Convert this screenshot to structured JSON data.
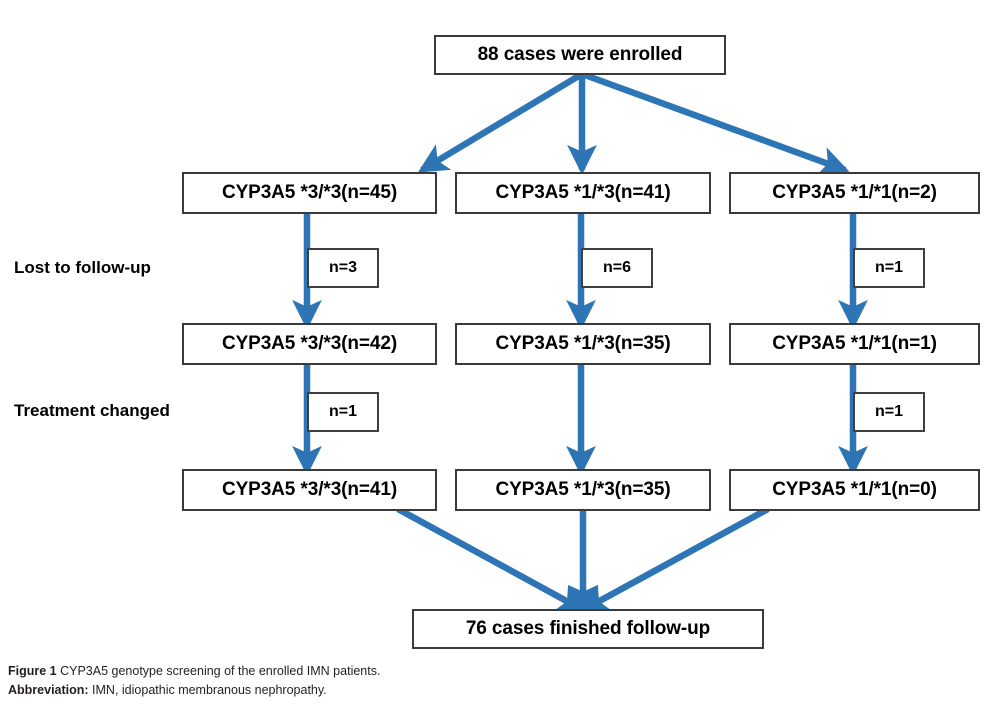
{
  "figure": {
    "accent_color": "#2E75B6",
    "box_border_color": "#3A3A3A",
    "text_color": "#000000",
    "caption_label": "Figure 1",
    "caption_text": "CYP3A5 genotype screening of the enrolled IMN patients.",
    "abbreviation_label": "Abbreviation:",
    "abbreviation_text": "IMN, idiopathic membranous nephropathy."
  },
  "flow": {
    "top_node": "88 cases were enrolled",
    "bottom_node": "76 cases finished follow-up",
    "row_labels": {
      "lost": "Lost to follow-up",
      "treatment": "Treatment changed"
    },
    "columns": [
      {
        "id": "col-3-3",
        "enrolled": "CYP3A5 *3/*3(n=45)",
        "lost_tag": "n=3",
        "after_lost": "CYP3A5 *3/*3(n=42)",
        "treatment_tag": "n=1",
        "after_treatment": "CYP3A5 *3/*3(n=41)"
      },
      {
        "id": "col-1-3",
        "enrolled": "CYP3A5 *1/*3(n=41)",
        "lost_tag": "n=6",
        "after_lost": "CYP3A5 *1/*3(n=35)",
        "treatment_tag": null,
        "after_treatment": "CYP3A5 *1/*3(n=35)"
      },
      {
        "id": "col-1-1",
        "enrolled": "CYP3A5 *1/*1(n=2)",
        "lost_tag": "n=1",
        "after_lost": "CYP3A5 *1/*1(n=1)",
        "treatment_tag": "n=1",
        "after_treatment": "CYP3A5 *1/*1(n=0)"
      }
    ]
  },
  "chart_data": {
    "type": "diagram",
    "title": "CYP3A5 genotype screening of the enrolled IMN patients",
    "subtype": "patient-flow-consort",
    "total_enrolled": 88,
    "total_completed": 76,
    "groups": [
      {
        "genotype": "CYP3A5 *3/*3",
        "enrolled": 45,
        "lost_to_follow_up": 3,
        "after_follow_up": 42,
        "treatment_changed": 1,
        "final": 41
      },
      {
        "genotype": "CYP3A5 *1/*3",
        "enrolled": 41,
        "lost_to_follow_up": 6,
        "after_follow_up": 35,
        "treatment_changed": 0,
        "final": 35
      },
      {
        "genotype": "CYP3A5 *1/*1",
        "enrolled": 2,
        "lost_to_follow_up": 1,
        "after_follow_up": 1,
        "treatment_changed": 1,
        "final": 0
      }
    ]
  }
}
